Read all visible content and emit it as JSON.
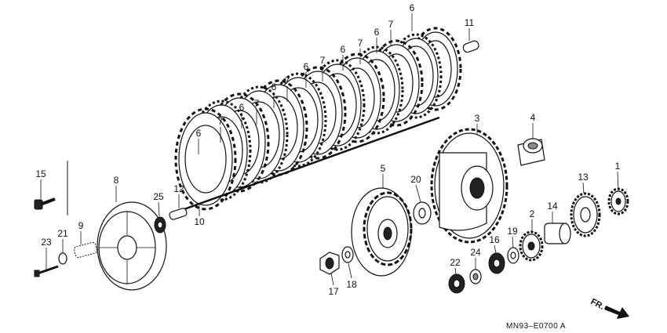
{
  "diagram": {
    "callouts": [
      "6",
      "7",
      "6",
      "7",
      "6",
      "7",
      "6",
      "7",
      "6",
      "7",
      "6",
      "7",
      "6",
      "11",
      "3",
      "4",
      "5",
      "20",
      "8",
      "25",
      "12",
      "10",
      "15",
      "9",
      "21",
      "23",
      "17",
      "18",
      "22",
      "24",
      "16",
      "19",
      "2",
      "14",
      "13",
      "1"
    ],
    "drawing_code": "MN93–E0700 A",
    "direction_label": "FR."
  }
}
